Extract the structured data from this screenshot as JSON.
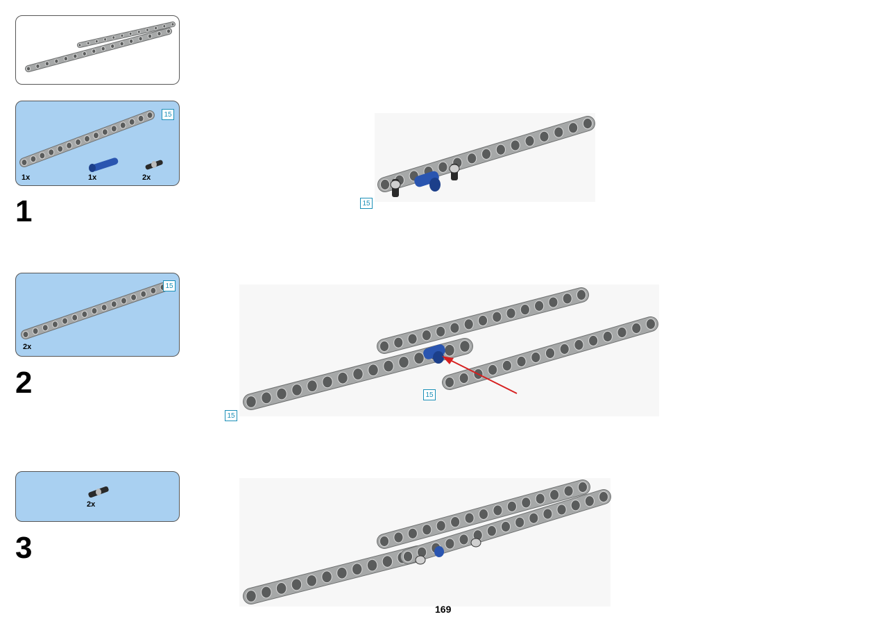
{
  "submodel_preview": {},
  "steps": [
    {
      "number": "1",
      "parts": [
        {
          "qty": "1x",
          "label": "15"
        },
        {
          "qty": "1x"
        },
        {
          "qty": "2x"
        }
      ],
      "assembly_badges": [
        "15"
      ]
    },
    {
      "number": "2",
      "parts": [
        {
          "qty": "2x",
          "label": "15"
        }
      ],
      "assembly_badges": [
        "15",
        "15"
      ]
    },
    {
      "number": "3",
      "parts": [
        {
          "qty": "2x"
        }
      ]
    }
  ],
  "page_number": "169",
  "colors": {
    "beam_gray": "#a6a8a8",
    "pin_blue": "#2a55b0",
    "panel_blue": "#a9d0f1",
    "badge_cyan": "#1a8fb7",
    "arrow_red": "#d62020"
  }
}
